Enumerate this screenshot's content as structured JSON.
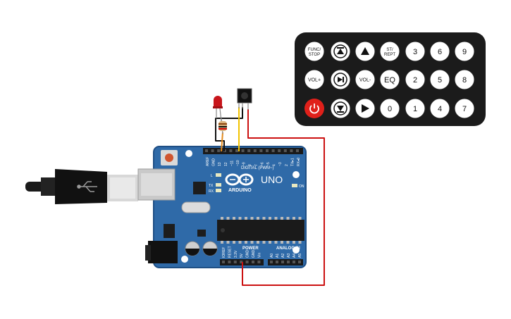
{
  "colors": {
    "board": "#2f6aa8",
    "board_dark": "#1f4f85",
    "header": "#1a1a1a",
    "wire_red": "#cc1111",
    "wire_black": "#111111",
    "wire_yellow": "#f2c300",
    "remote_body": "#1b1b1b",
    "remote_button": "#ffffff",
    "power_button": "#e0201a",
    "led": "#c8151b"
  },
  "board": {
    "brand": "ARDUINO",
    "model": "UNO",
    "digital_label": "DIGITAL (PWM~)",
    "power_label": "POWER",
    "analog_label": "ANALOG IN",
    "on_label": "ON",
    "l_label": "L",
    "tx_label": "TX",
    "rx_label": "RX",
    "digital_pins": [
      "AREF",
      "GND",
      "13",
      "12",
      "~11",
      "~10",
      "~9",
      "8",
      "7",
      "~6",
      "~5",
      "4",
      "~3",
      "2",
      "TX▸1",
      "RX◂0"
    ],
    "power_pins": [
      "IOREF",
      "RESET",
      "3.3V",
      "5V",
      "GND",
      "GND",
      "Vin"
    ],
    "analog_pins": [
      "A0",
      "A1",
      "A2",
      "A3",
      "A4",
      "A5"
    ]
  },
  "remote": {
    "buttons": [
      {
        "label": "FUNC/\nSTOP",
        "icon": ""
      },
      {
        "label": "",
        "icon": "skip-back-icon"
      },
      {
        "label": "",
        "icon": "triangle-up-icon"
      },
      {
        "label": "ST/\nREPT",
        "icon": ""
      },
      {
        "label": "3",
        "icon": ""
      },
      {
        "label": "6",
        "icon": ""
      },
      {
        "label": "9",
        "icon": ""
      },
      {
        "label": "VOL+",
        "icon": ""
      },
      {
        "label": "",
        "icon": "play-pause-icon"
      },
      {
        "label": "VOL-",
        "icon": ""
      },
      {
        "label": "EQ",
        "icon": ""
      },
      {
        "label": "2",
        "icon": ""
      },
      {
        "label": "5",
        "icon": ""
      },
      {
        "label": "8",
        "icon": ""
      },
      {
        "label": "",
        "icon": "power-icon"
      },
      {
        "label": "",
        "icon": "skip-forward-icon"
      },
      {
        "label": "",
        "icon": "triangle-down-icon"
      },
      {
        "label": "0",
        "icon": ""
      },
      {
        "label": "1",
        "icon": ""
      },
      {
        "label": "4",
        "icon": ""
      },
      {
        "label": "7",
        "icon": ""
      }
    ]
  }
}
